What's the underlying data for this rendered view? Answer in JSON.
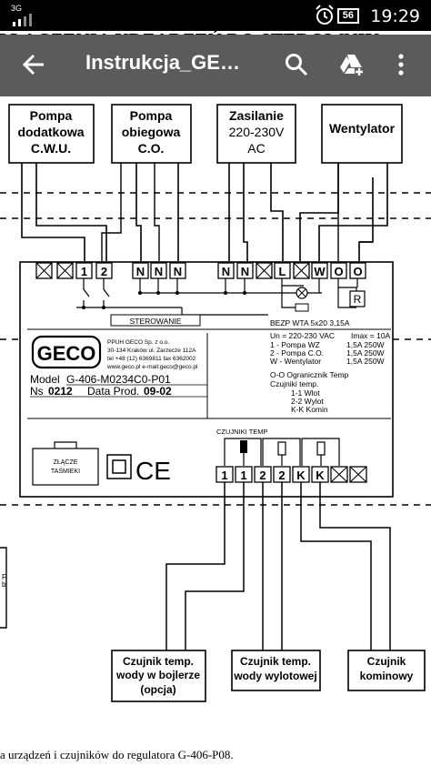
{
  "status_bar": {
    "network": "3G",
    "battery": "56",
    "time": "19:29"
  },
  "app_bar": {
    "title": "Instrukcja_GE…"
  },
  "document": {
    "heading": "DŁĄCZENIA URZĄDZEŃ DO STEROWNIK",
    "boxes_top": {
      "pump_dhw": [
        "Pompa",
        "dodatkowa",
        "C.W.U."
      ],
      "pump_co": [
        "Pompa",
        "obiegowa",
        "C.O."
      ],
      "supply": [
        "Zasilanie",
        "220-230V",
        "AC"
      ],
      "fan": [
        "Wentylator"
      ]
    },
    "top_terminals": [
      "1",
      "2",
      "N",
      "N",
      "N",
      "N",
      "N",
      "L",
      "W",
      "O",
      "O"
    ],
    "sterowanie": "STEROWANIE",
    "fuse": "BEZP WTA 5x20 3,15A",
    "relay_label": "R",
    "logo": "GECO",
    "company": [
      "PPUH GECO Sp. z o.o.",
      "30-134 Kraków ul. Zarzecze 112A",
      "tel +48 (12) 6369811 fax 6362002",
      "www.geco.pl e-mail:geco@geco.pl"
    ],
    "model_label": "Model",
    "model": "G-406-M0234C0-P01",
    "ns_label": "Ns",
    "ns": "0212",
    "data_prod_label": "Data Prod.",
    "data_prod": "09-02",
    "spec": {
      "un": "Un = 220-230 VAC",
      "imax": "Imax = 10A",
      "rows": [
        [
          "1 - Pompa WZ",
          "1,5A 250W"
        ],
        [
          "2 - Pompa C.O.",
          "1,5A 250W"
        ],
        [
          "W - Wentylator",
          "1,5A 250W"
        ]
      ],
      "legend": [
        "O-O  Ogranicznik Temp",
        "Czujniki temp.",
        "1-1   Wlot",
        "2-2   Wylot",
        "K-K   Komin"
      ]
    },
    "czujniki_temp": "CZUJNIKI TEMP",
    "zlacze": [
      "ZŁĄCZE",
      "TAŚMIEKI"
    ],
    "ce": "CE",
    "bottom_terminals": [
      "1",
      "1",
      "2",
      "2",
      "K",
      "K"
    ],
    "boxes_bottom": {
      "boiler": [
        "Czujnik temp.",
        "wody w bojlerze",
        "(opcja)"
      ],
      "outlet": [
        "Czujnik temp.",
        "wody wylotowej"
      ],
      "chimney": [
        "Czujnik",
        "kominowy"
      ]
    },
    "caption": "a urządzeń i czujników do regulatora G-406-P08."
  }
}
